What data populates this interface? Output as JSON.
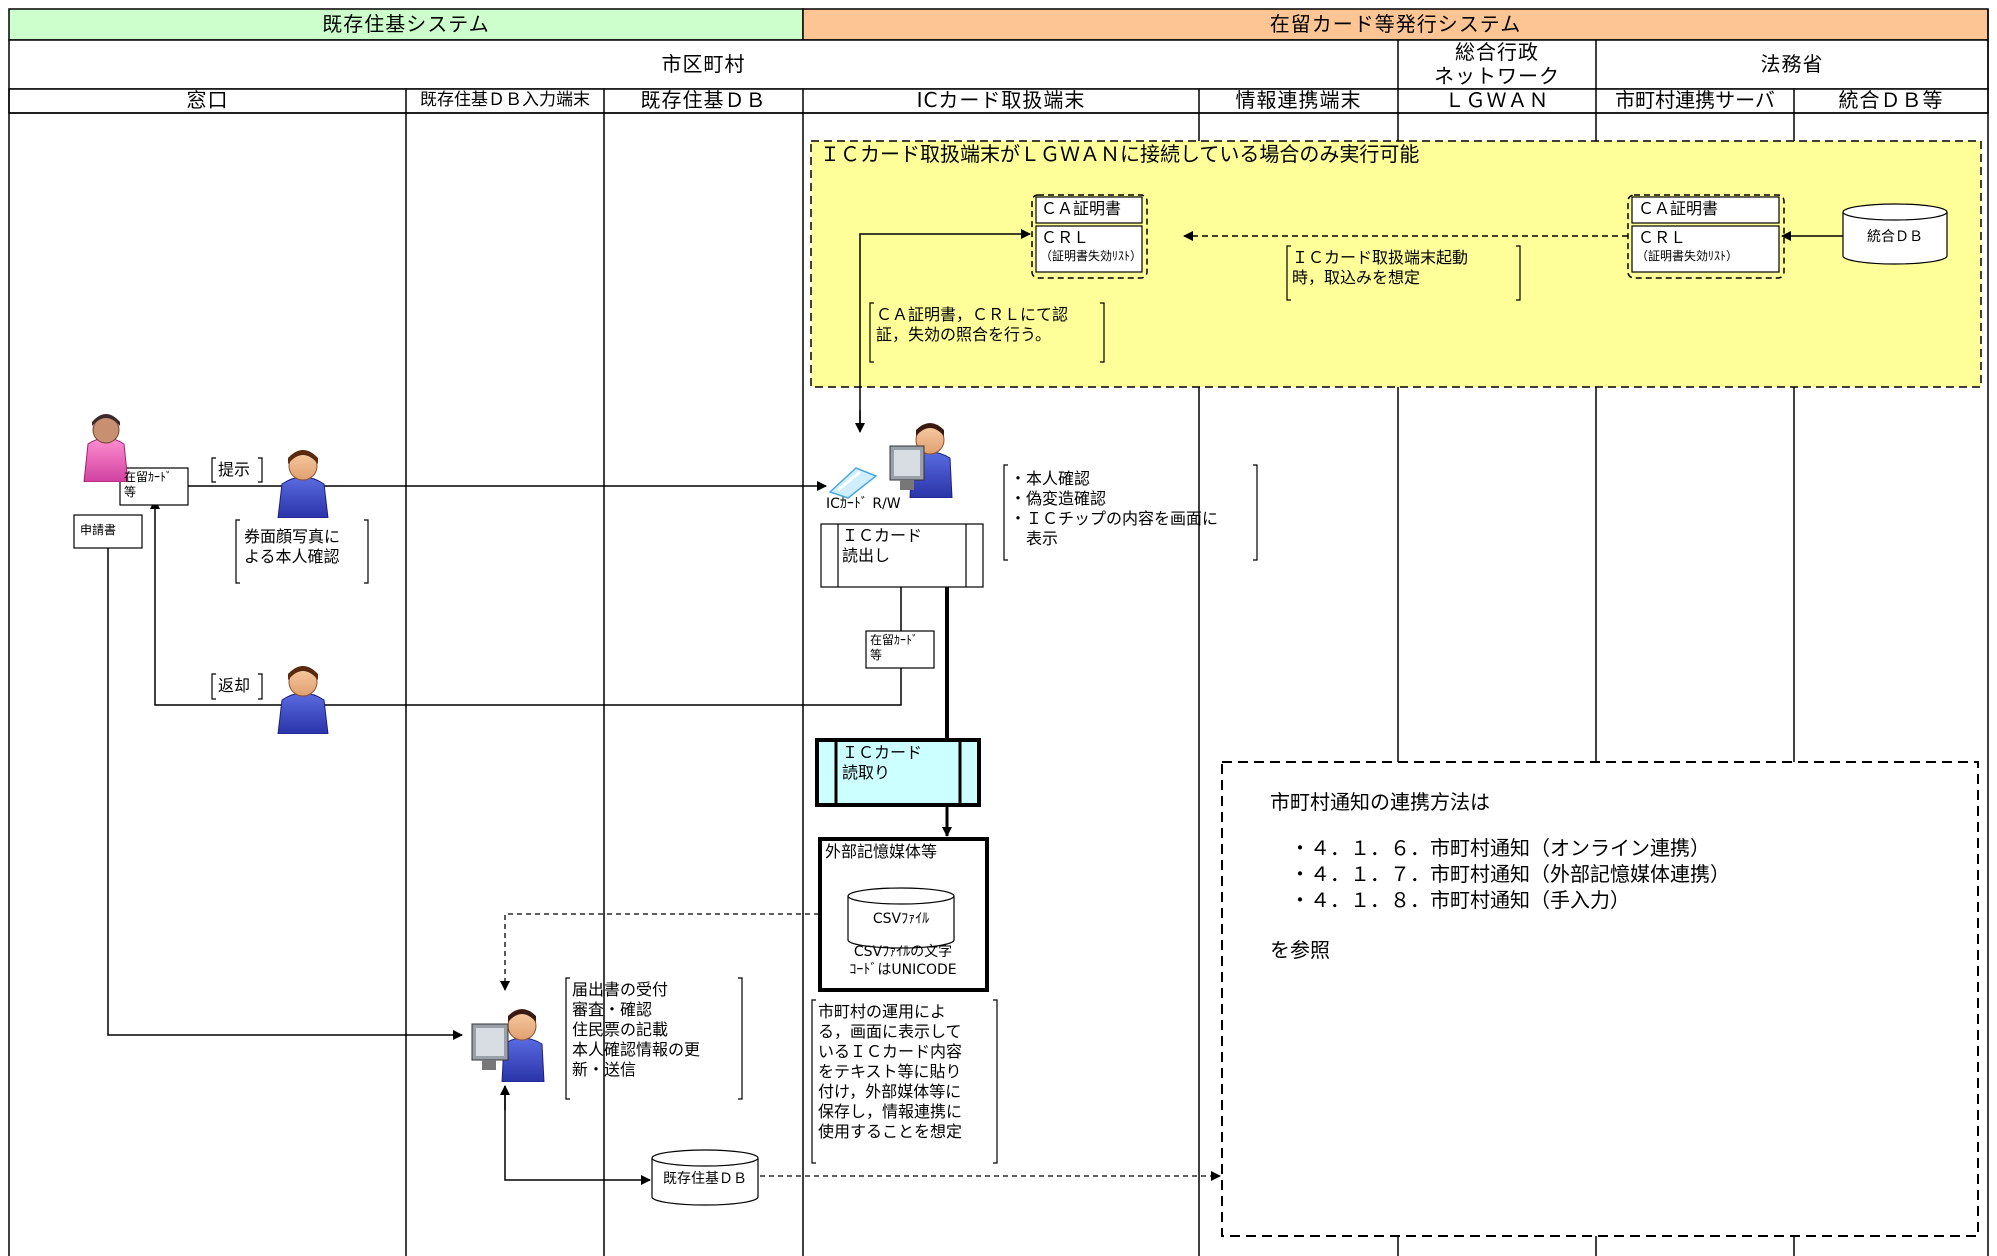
{
  "header": {
    "left_system": "既存住基システム",
    "right_system": "在留カード等発行システム",
    "municipality": "市区町村",
    "soumu": "総合行政\nネットワーク",
    "houmu": "法務省"
  },
  "lanes": [
    "窓口",
    "既存住基ＤＢ入力端末",
    "既存住基ＤＢ",
    "ICカード取扱端末",
    "情報連携端末",
    "ＬＧＷＡＮ",
    "市町村連携サーバ",
    "統合ＤＢ等"
  ],
  "colors": {
    "left_header_bg": "#ccffcc",
    "right_header_bg": "#fcc593",
    "lgwan_region_bg": "#ffff99",
    "ic_read_box_bg": "#ccffff"
  },
  "lgwan_note": "ＩＣカード取扱端末がＬＧＷＡＮに接続している場合のみ実行可能",
  "ca_cert": "ＣＡ証明書",
  "crl": "ＣＲＬ",
  "crl_sub": "（証明書失効ﾘｽﾄ）",
  "startup_note": "ＩＣカード取扱端末起動\n時，取込みを想定",
  "integrated_db": "統合ＤＢ",
  "auth_note": "ＣＡ証明書，ＣＲＬにて認\n証，失効の照合を行う。",
  "zairyu_card": "在留ｶｰﾄﾞ\n等",
  "application_form": "申請書",
  "present_label": "提示",
  "photo_check_note": "券面顔写真に\nよる本人確認",
  "return_label": "返却",
  "reader_label": "ICｶｰﾄﾞ R/W",
  "ic_card_read_process": "ＩＣカード\n読出し",
  "checks_note": "・本人確認\n・偽変造確認\n・ＩＣチップの内容を画面に\n　表示",
  "ic_card_capture": "ＩＣカード\n読取り",
  "external_media": "外部記憶媒体等",
  "csv_file": "CSVﾌｧｲﾙ",
  "csv_encoding_note": "CSVﾌｧｲﾙの文字\nｺｰﾄﾞはUNICODE",
  "operation_note": "市町村の運用によ\nる，画面に表示して\nいるＩＣカード内容\nをテキスト等に貼り\n付け，外部媒体等に\n保存し，情報連携に\n使用することを想定",
  "tasks_note": "届出書の受付\n審査・確認\n住民票の記載\n本人確認情報の更\n新・送信",
  "existing_db_label": "既存住基ＤＢ",
  "notification_box": {
    "title": "市町村通知の連携方法は",
    "items": [
      "・４．１．６．市町村通知（オンライン連携）",
      "・４．１．７．市町村通知（外部記憶媒体連携）",
      "・４．１．８．市町村通知（手入力）"
    ],
    "footer": "を参照"
  }
}
